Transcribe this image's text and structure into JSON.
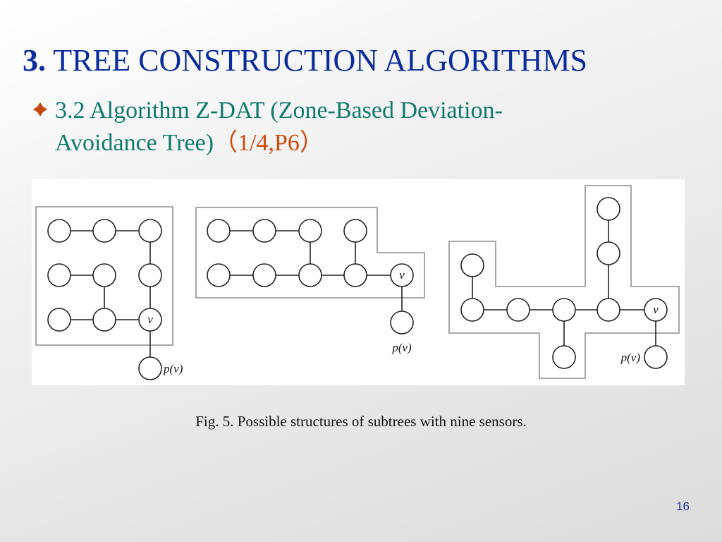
{
  "slide": {
    "title_number": "3.",
    "title_text": "TREE CONSTRUCTION ALGORITHMS",
    "subtitle_line1": "3.2 Algorithm Z-DAT (Zone-Based Deviation-",
    "subtitle_line2": "Avoidance Tree)",
    "subtitle_ref": "（1/4,P6）",
    "caption": "Fig. 5. Possible structures of subtrees with nine sensors.",
    "page_number": "16"
  },
  "diagram": {
    "node_label": "v",
    "parent_label": "p(v)"
  },
  "colors": {
    "title": "#0a2c9c",
    "subtitle": "#0e7a6c",
    "reference": "#d04a0a",
    "bullet": "#c24a12"
  },
  "icons": {
    "bullet": "diamond-bullet-icon"
  }
}
